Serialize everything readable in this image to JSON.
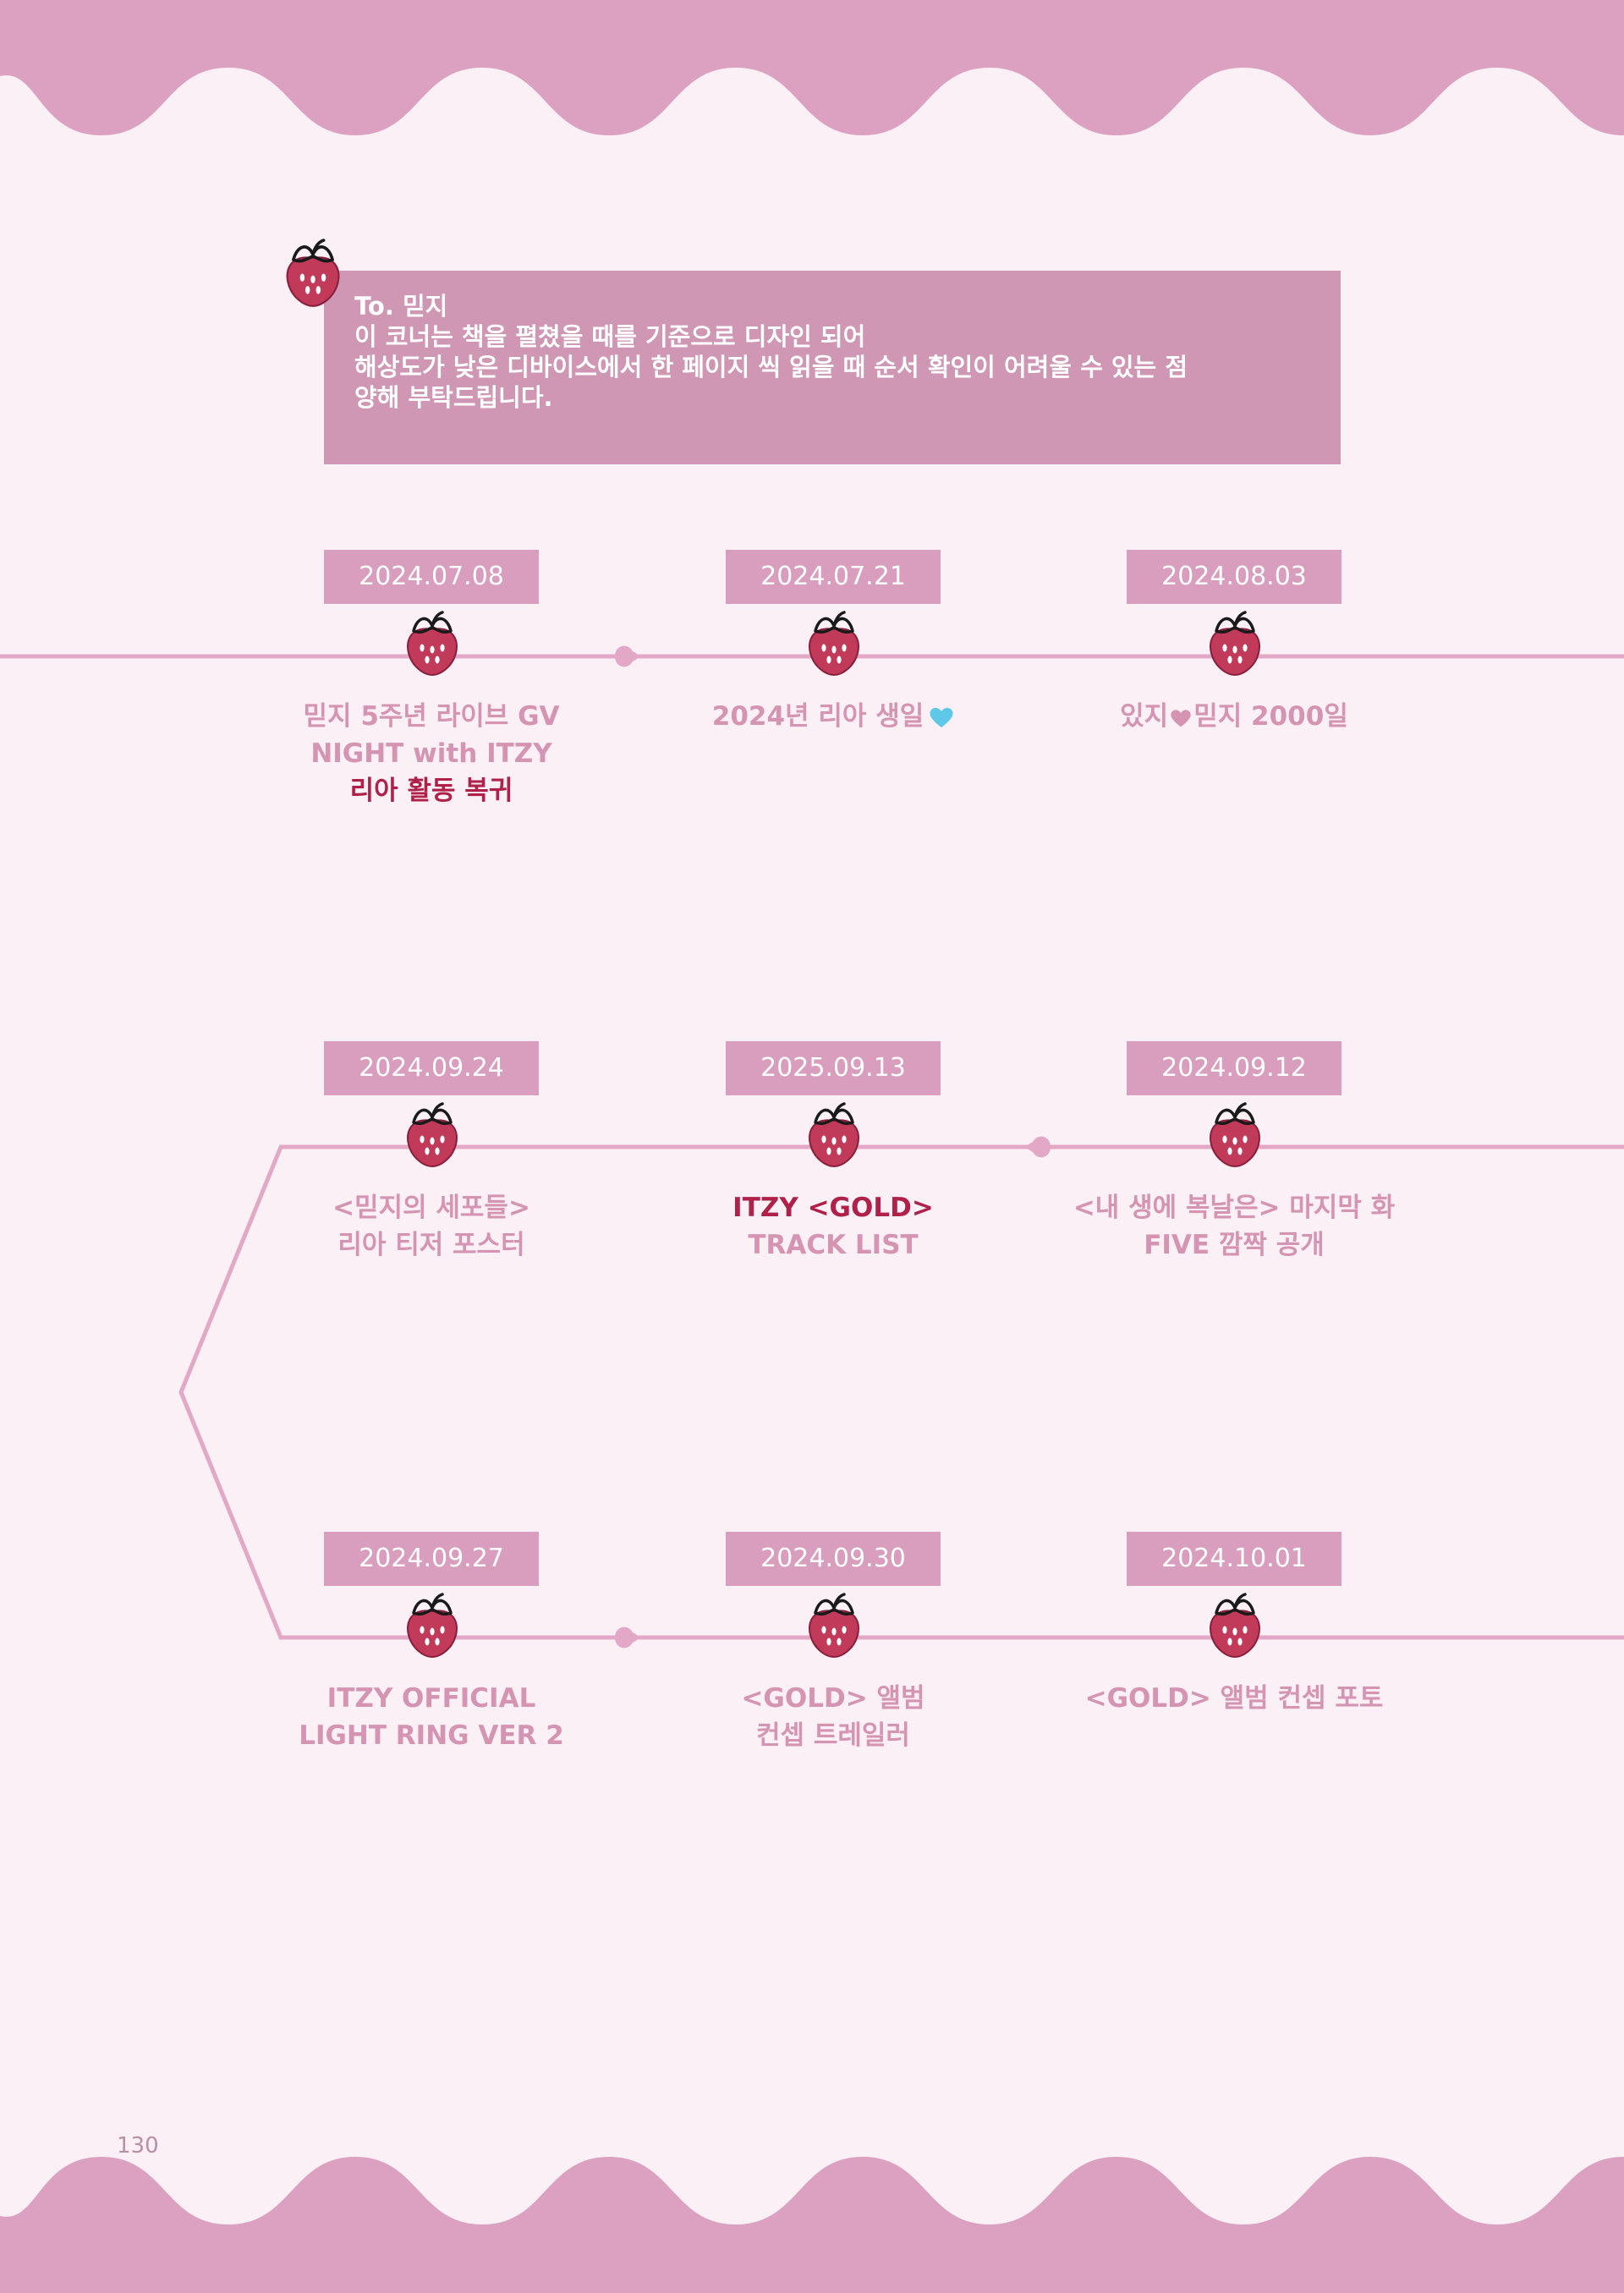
{
  "note": {
    "lines": [
      "To. 믿지",
      "이 코너는 책을 펼쳤을 때를 기준으로 디자인 되어",
      "해상도가 낮은 디바이스에서 한 페이지 씩 읽을 때 순서 확인이 어려울 수 있는 점",
      "양해 부탁드립니다."
    ]
  },
  "events": [
    {
      "date": "2024.07.08",
      "lines": [
        "믿지 5주년 라이브 GV",
        "NIGHT with ITZY"
      ],
      "highlight": "리아 활동 복귀"
    },
    {
      "date": "2024.07.21",
      "lines": [
        "2024년 리아 생일"
      ],
      "icon": "blue-heart-icon"
    },
    {
      "date": "2024.08.03",
      "lines": [
        "있지",
        "믿지 2000일"
      ],
      "icon": "pink-heart-icon"
    },
    {
      "date": "2024.09.24",
      "lines": [
        "<믿지의 세포들>",
        "리아 티저 포스터"
      ]
    },
    {
      "date": "2025.09.13",
      "highlight": "ITZY <GOLD>",
      "lines": [
        "TRACK LIST"
      ]
    },
    {
      "date": "2024.09.12",
      "lines": [
        "<내 생에 복날은> 마지막 화",
        "FIVE 깜짝 공개"
      ]
    },
    {
      "date": "2024.09.27",
      "lines": [
        "ITZY OFFICIAL",
        "LIGHT RING VER 2"
      ]
    },
    {
      "date": "2024.09.30",
      "lines": [
        "<GOLD> 앨범",
        "컨셉 트레일러"
      ]
    },
    {
      "date": "2024.10.01",
      "lines": [
        "<GOLD> 앨범 컨셉 포토"
      ]
    }
  ],
  "page_number": "130",
  "colors": {
    "background": "#fbf0f6",
    "wave": "#dca0c0",
    "note_box": "#cf97b4",
    "date_box": "#d99ebd",
    "timeline": "#e3a8c6",
    "event_text": "#d594b2",
    "highlight_text": "#b02149",
    "strawberry": "#c23a5a",
    "blue_heart": "#5fc8e8"
  }
}
